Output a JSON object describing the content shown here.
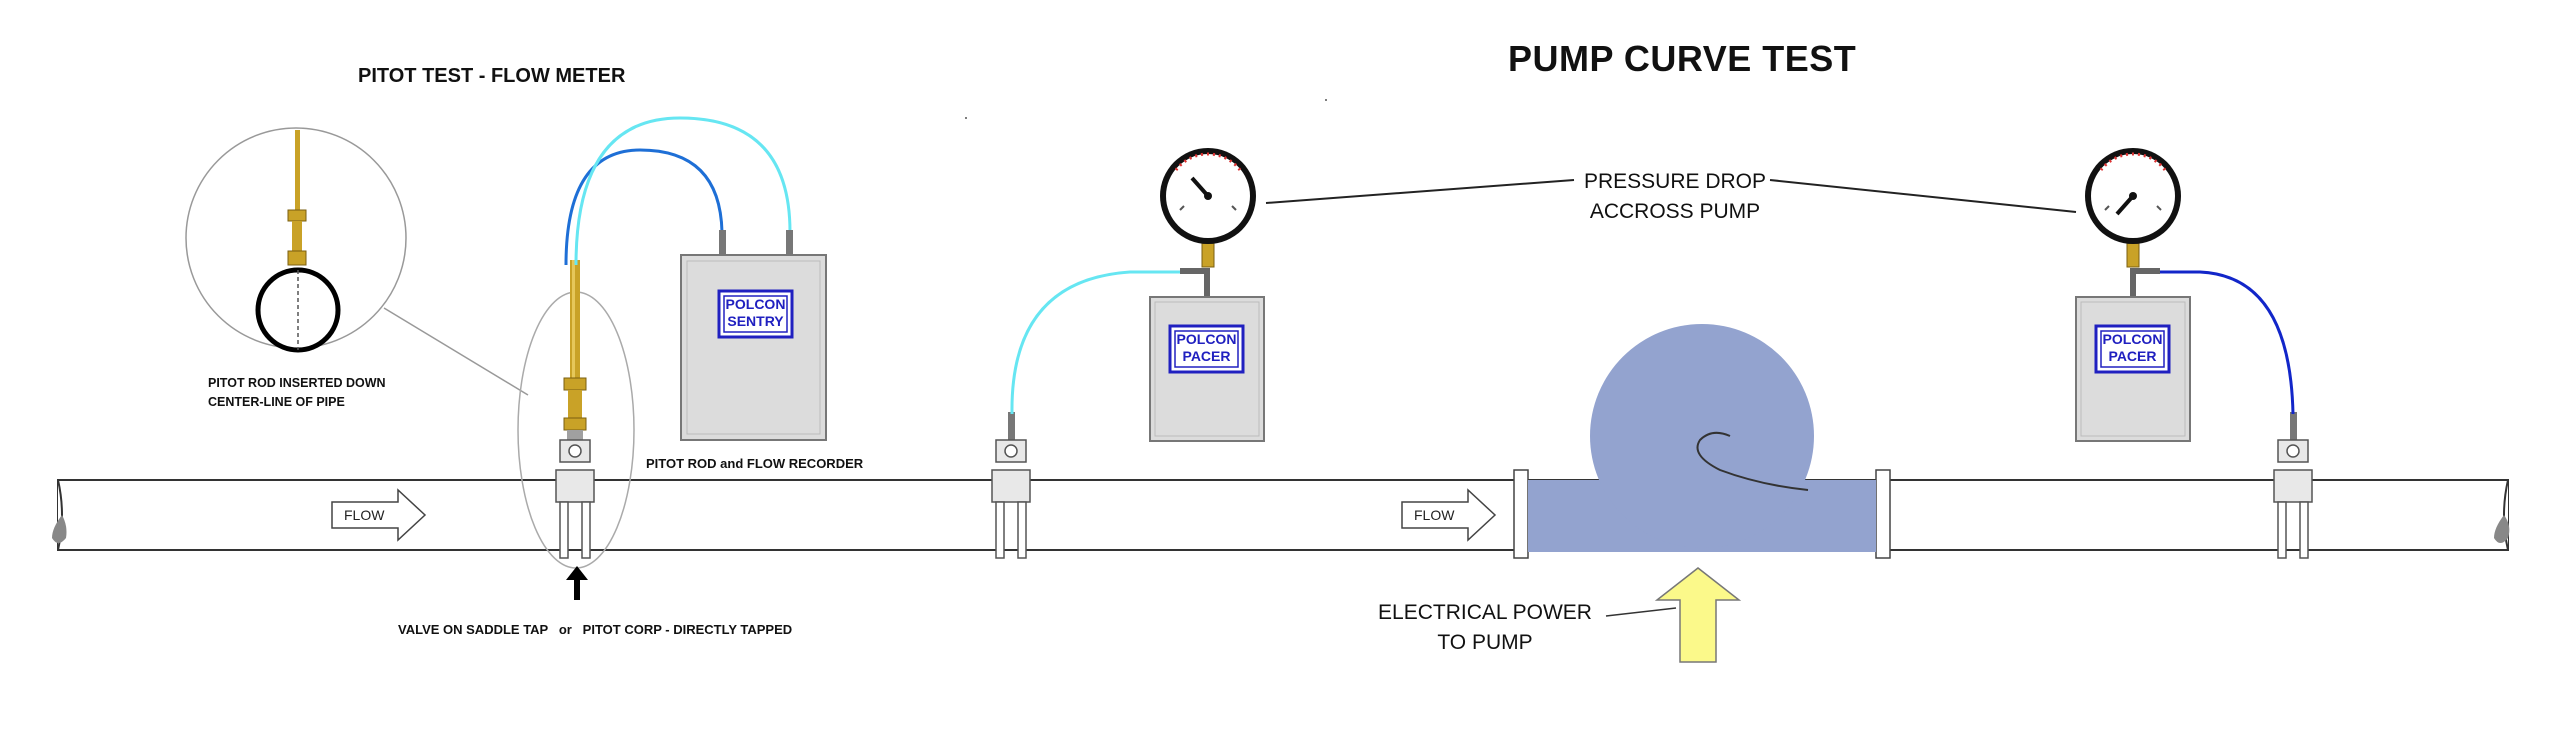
{
  "title": "PUMP CURVE TEST",
  "pitot_title": "PITOT TEST - FLOW METER",
  "pitot_inset_caption": [
    "PITOT ROD INSERTED DOWN",
    "CENTER-LINE OF PIPE"
  ],
  "pitot_recorder_caption": "PITOT ROD and FLOW RECORDER",
  "valve_caption": "VALVE ON SADDLE TAP   or   PITOT CORP - DIRECTLY TAPPED",
  "pressure_caption": [
    "PRESSURE DROP",
    "ACCROSS PUMP"
  ],
  "power_caption": [
    "ELECTRICAL POWER",
    "TO PUMP"
  ],
  "flow_labels": [
    "FLOW",
    "FLOW"
  ],
  "devices": {
    "sentry": [
      "POLCON",
      "SENTRY"
    ],
    "pacer_left": [
      "POLCON",
      "PACER"
    ],
    "pacer_right": [
      "POLCON",
      "PACER"
    ]
  },
  "colors": {
    "pipe_outline": "#333333",
    "tube_cyan": "#66e6f2",
    "tube_blue": "#1e6fd6",
    "tube_dark_blue": "#1226c9",
    "pump_fill": "#93a3cf",
    "brass": "#c9a227",
    "device_fill": "#dcdcdc",
    "device_text": "#2020c0",
    "arrow_yellow": "#fbf98a"
  }
}
